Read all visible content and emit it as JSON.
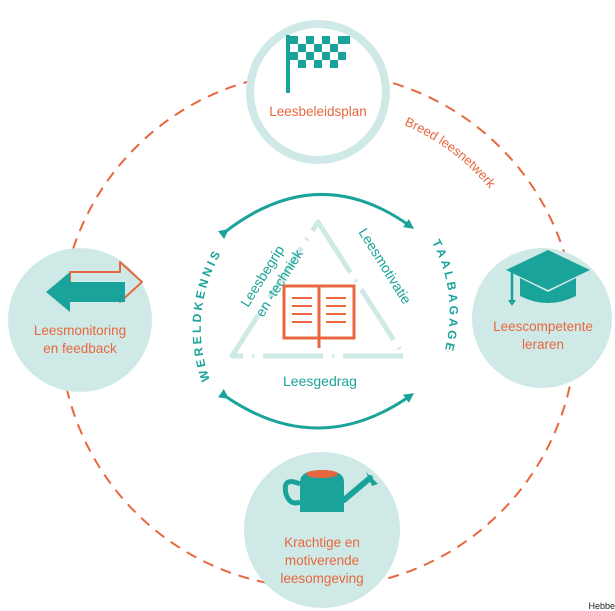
{
  "colors": {
    "teal": "#1aa39a",
    "teal_light": "#cfe9e6",
    "teal_pale": "#dff1ef",
    "orange": "#e8673e",
    "white": "#ffffff"
  },
  "nodes": {
    "top": {
      "label": "Leesbeleidsplan",
      "icon": "checkered-flag-icon"
    },
    "left": {
      "label_lines": [
        "Leesmonitoring",
        "en feedback"
      ],
      "icon": "two-way-arrow-icon"
    },
    "right": {
      "label_lines": [
        "Leescompetente",
        "leraren"
      ],
      "icon": "graduation-cap-icon"
    },
    "bottom": {
      "label_lines": [
        "Krachtige en",
        "motiverende",
        "leesomgeving"
      ],
      "icon": "watering-can-icon"
    }
  },
  "network_label": "Breed leesnetwerk",
  "outer_left_label": "WERELDKENNIS",
  "outer_right_label": "TAALBAGAGE",
  "triangle": {
    "left_side": [
      "Leesbegrip",
      "en -techniek"
    ],
    "right_side": "Leesmotivatie",
    "bottom_side": "Leesgedrag",
    "center_icon": "open-book-icon"
  },
  "footer_text": "Hebbe"
}
